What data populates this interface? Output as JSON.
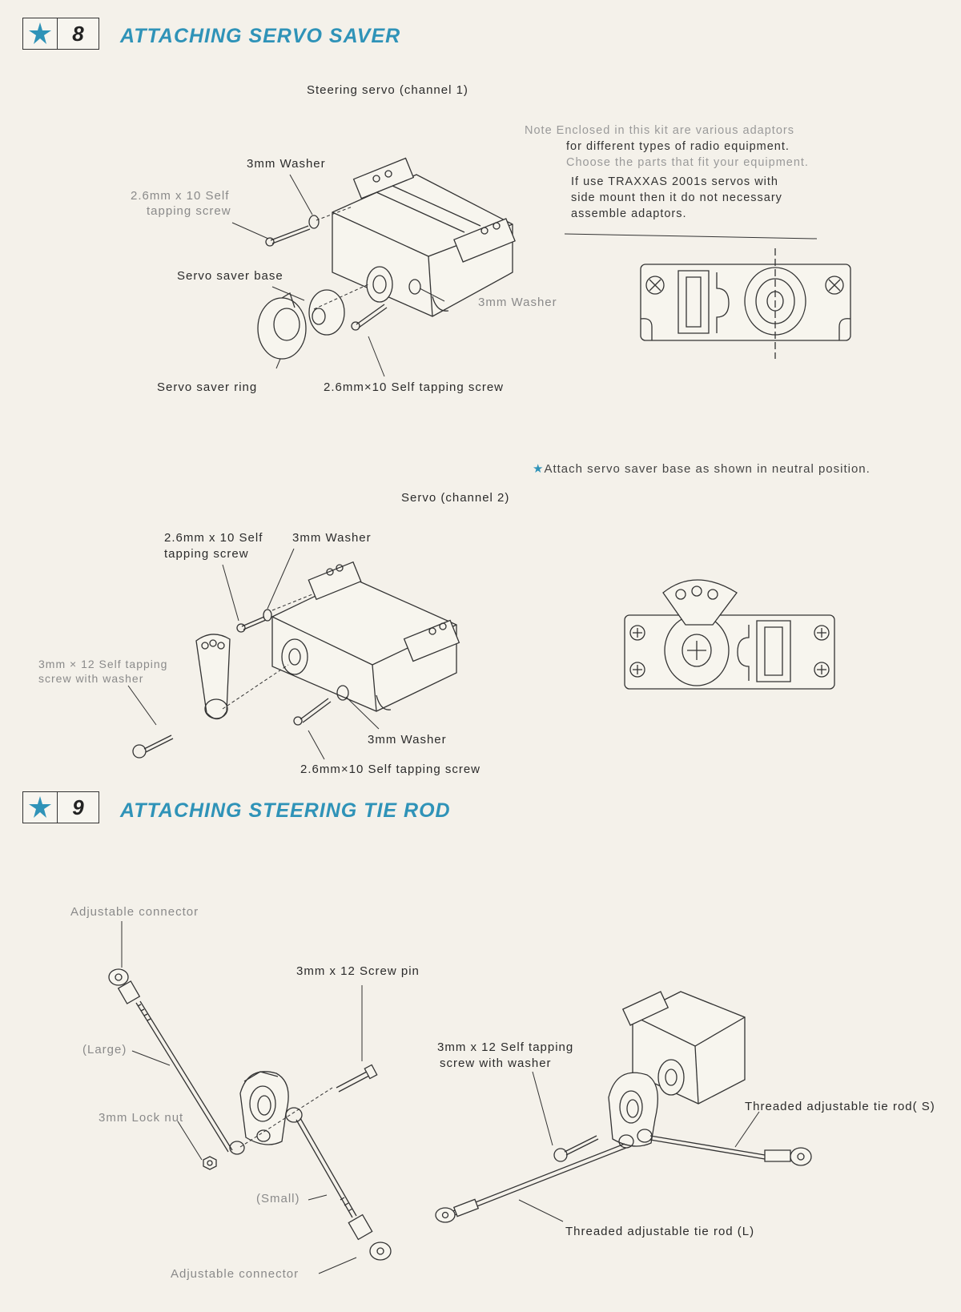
{
  "section8": {
    "number": "8",
    "title": "ATTACHING SERVO SAVER",
    "fig1": {
      "caption": "Steering servo (channel 1)",
      "washer_top": "3mm Washer",
      "screw_left_1": "2.6mm x 10 Self",
      "screw_left_2": "tapping screw",
      "saver_base": "Servo saver base",
      "washer_right": "3mm Washer",
      "saver_ring": "Servo saver ring",
      "screw_bottom": "2.6mm×10 Self tapping screw"
    },
    "note": {
      "line1": "Note  Enclosed in this kit are various adaptors",
      "line2": "for different types of radio equipment.",
      "line3": "Choose the parts that fit your equipment.",
      "line4": "If use TRAXXAS 2001s servos with",
      "line5": "side mount then it do not necessary",
      "line6": "assemble adaptors."
    },
    "neutral_note": "Attach servo saver base as shown in neutral position.",
    "fig2": {
      "caption": "Servo (channel 2)",
      "screw_top_1": "2.6mm x 10 Self",
      "screw_top_2": "tapping screw",
      "washer_top": "3mm Washer",
      "screw_washer_1": "3mm × 12 Self tapping",
      "screw_washer_2": "screw with washer",
      "washer_bottom": "3mm Washer",
      "screw_bottom": "2.6mm×10 Self tapping screw"
    }
  },
  "section9": {
    "number": "9",
    "title": "ATTACHING STEERING TIE ROD",
    "adj_connector_top": "Adjustable connector",
    "screw_pin": "3mm x 12 Screw pin",
    "large": "(Large)",
    "lock_nut": "3mm Lock nut",
    "small": "(Small)",
    "adj_connector_bottom": "Adjustable connector",
    "screw_washer_1": "3mm x 12 Self tapping",
    "screw_washer_2": "screw with washer",
    "tie_rod_s": "Threaded adjustable tie rod( S)",
    "tie_rod_l": "Threaded adjustable tie rod (L)"
  },
  "colors": {
    "accent": "#2f93b8",
    "ink": "#2a2a2a",
    "paper": "#f4f1ea"
  }
}
